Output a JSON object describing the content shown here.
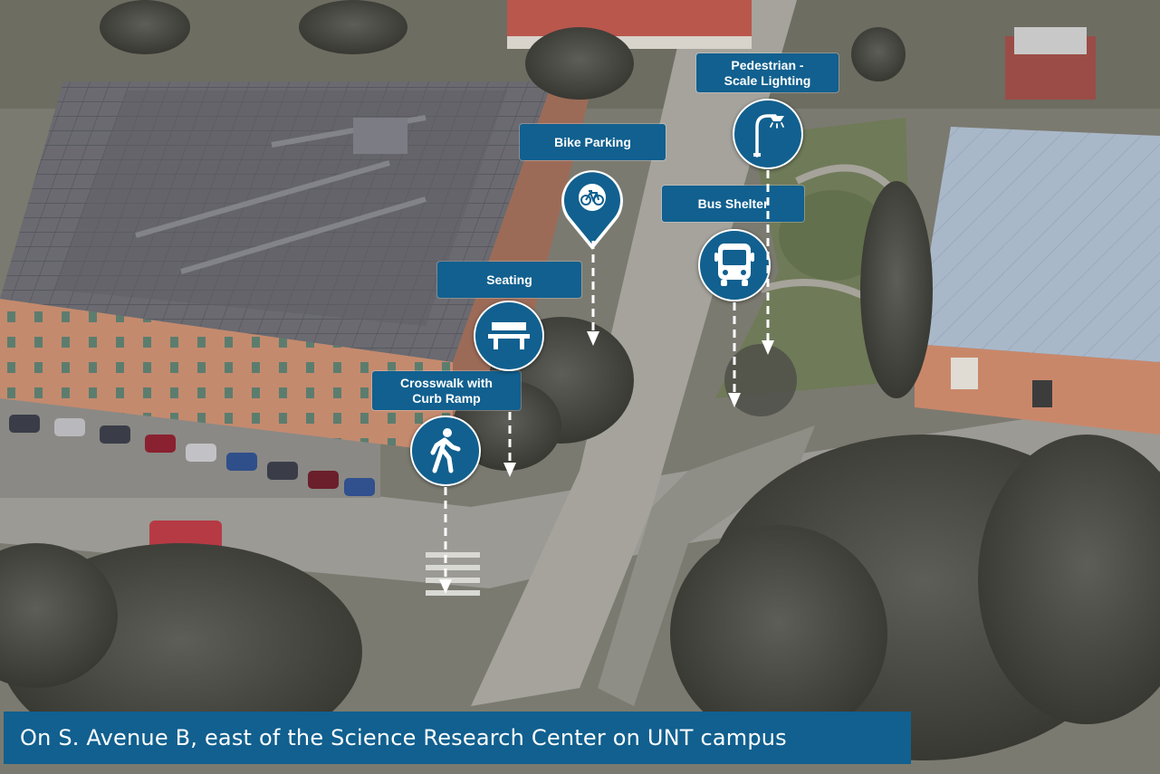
{
  "amenities": {
    "lighting": {
      "line1": "Pedestrian -",
      "line2": "Scale Lighting",
      "icon": "street-lamp-icon"
    },
    "bike_parking": {
      "label": "Bike Parking",
      "icon": "bicycle-map-pin-icon"
    },
    "bus_shelter": {
      "label": "Bus Shelter",
      "icon": "bus-icon"
    },
    "seating": {
      "label": "Seating",
      "icon": "bench-icon"
    },
    "crosswalk": {
      "line1": "Crosswalk with",
      "line2": "Curb Ramp",
      "icon": "pedestrian-walking-icon"
    }
  },
  "caption": "On S. Avenue B, east of the Science Research Center on UNT campus",
  "colors": {
    "label_bg": "#11608f",
    "label_text": "#ffffff",
    "arrow": "#ffffff"
  }
}
